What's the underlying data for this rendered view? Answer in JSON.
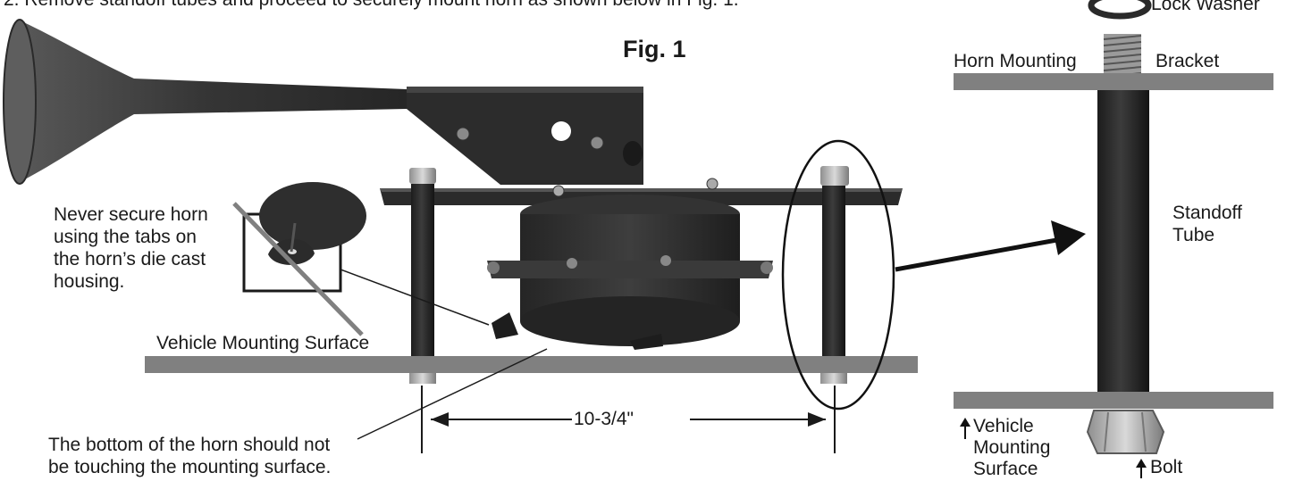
{
  "instruction": "2.  Remove standoff tubes and proceed to securely mount horn as shown below in Fig. 1.",
  "figure_title": "Fig. 1",
  "left_figure": {
    "surface_label": "Vehicle Mounting Surface",
    "warning_note": [
      "Never secure horn",
      "using the tabs on",
      "the horn’s die cast",
      "housing."
    ],
    "bottom_note": [
      "The bottom of the horn should not",
      "be touching the mounting surface."
    ],
    "dimension": "10-3/4\""
  },
  "detail": {
    "lock_washer": "Lock Washer",
    "bracket_left": "Horn Mounting",
    "bracket_right": "Bracket",
    "standoff": [
      "Standoff",
      "Tube"
    ],
    "surface": [
      "Vehicle",
      "Mounting",
      "Surface"
    ],
    "bolt": "Bolt"
  },
  "colors": {
    "surface_gray": "#808080",
    "metal_dark": "#2b2b2b",
    "metal_mid": "#4a4a4a",
    "bolt_light": "#bdbdbd"
  }
}
